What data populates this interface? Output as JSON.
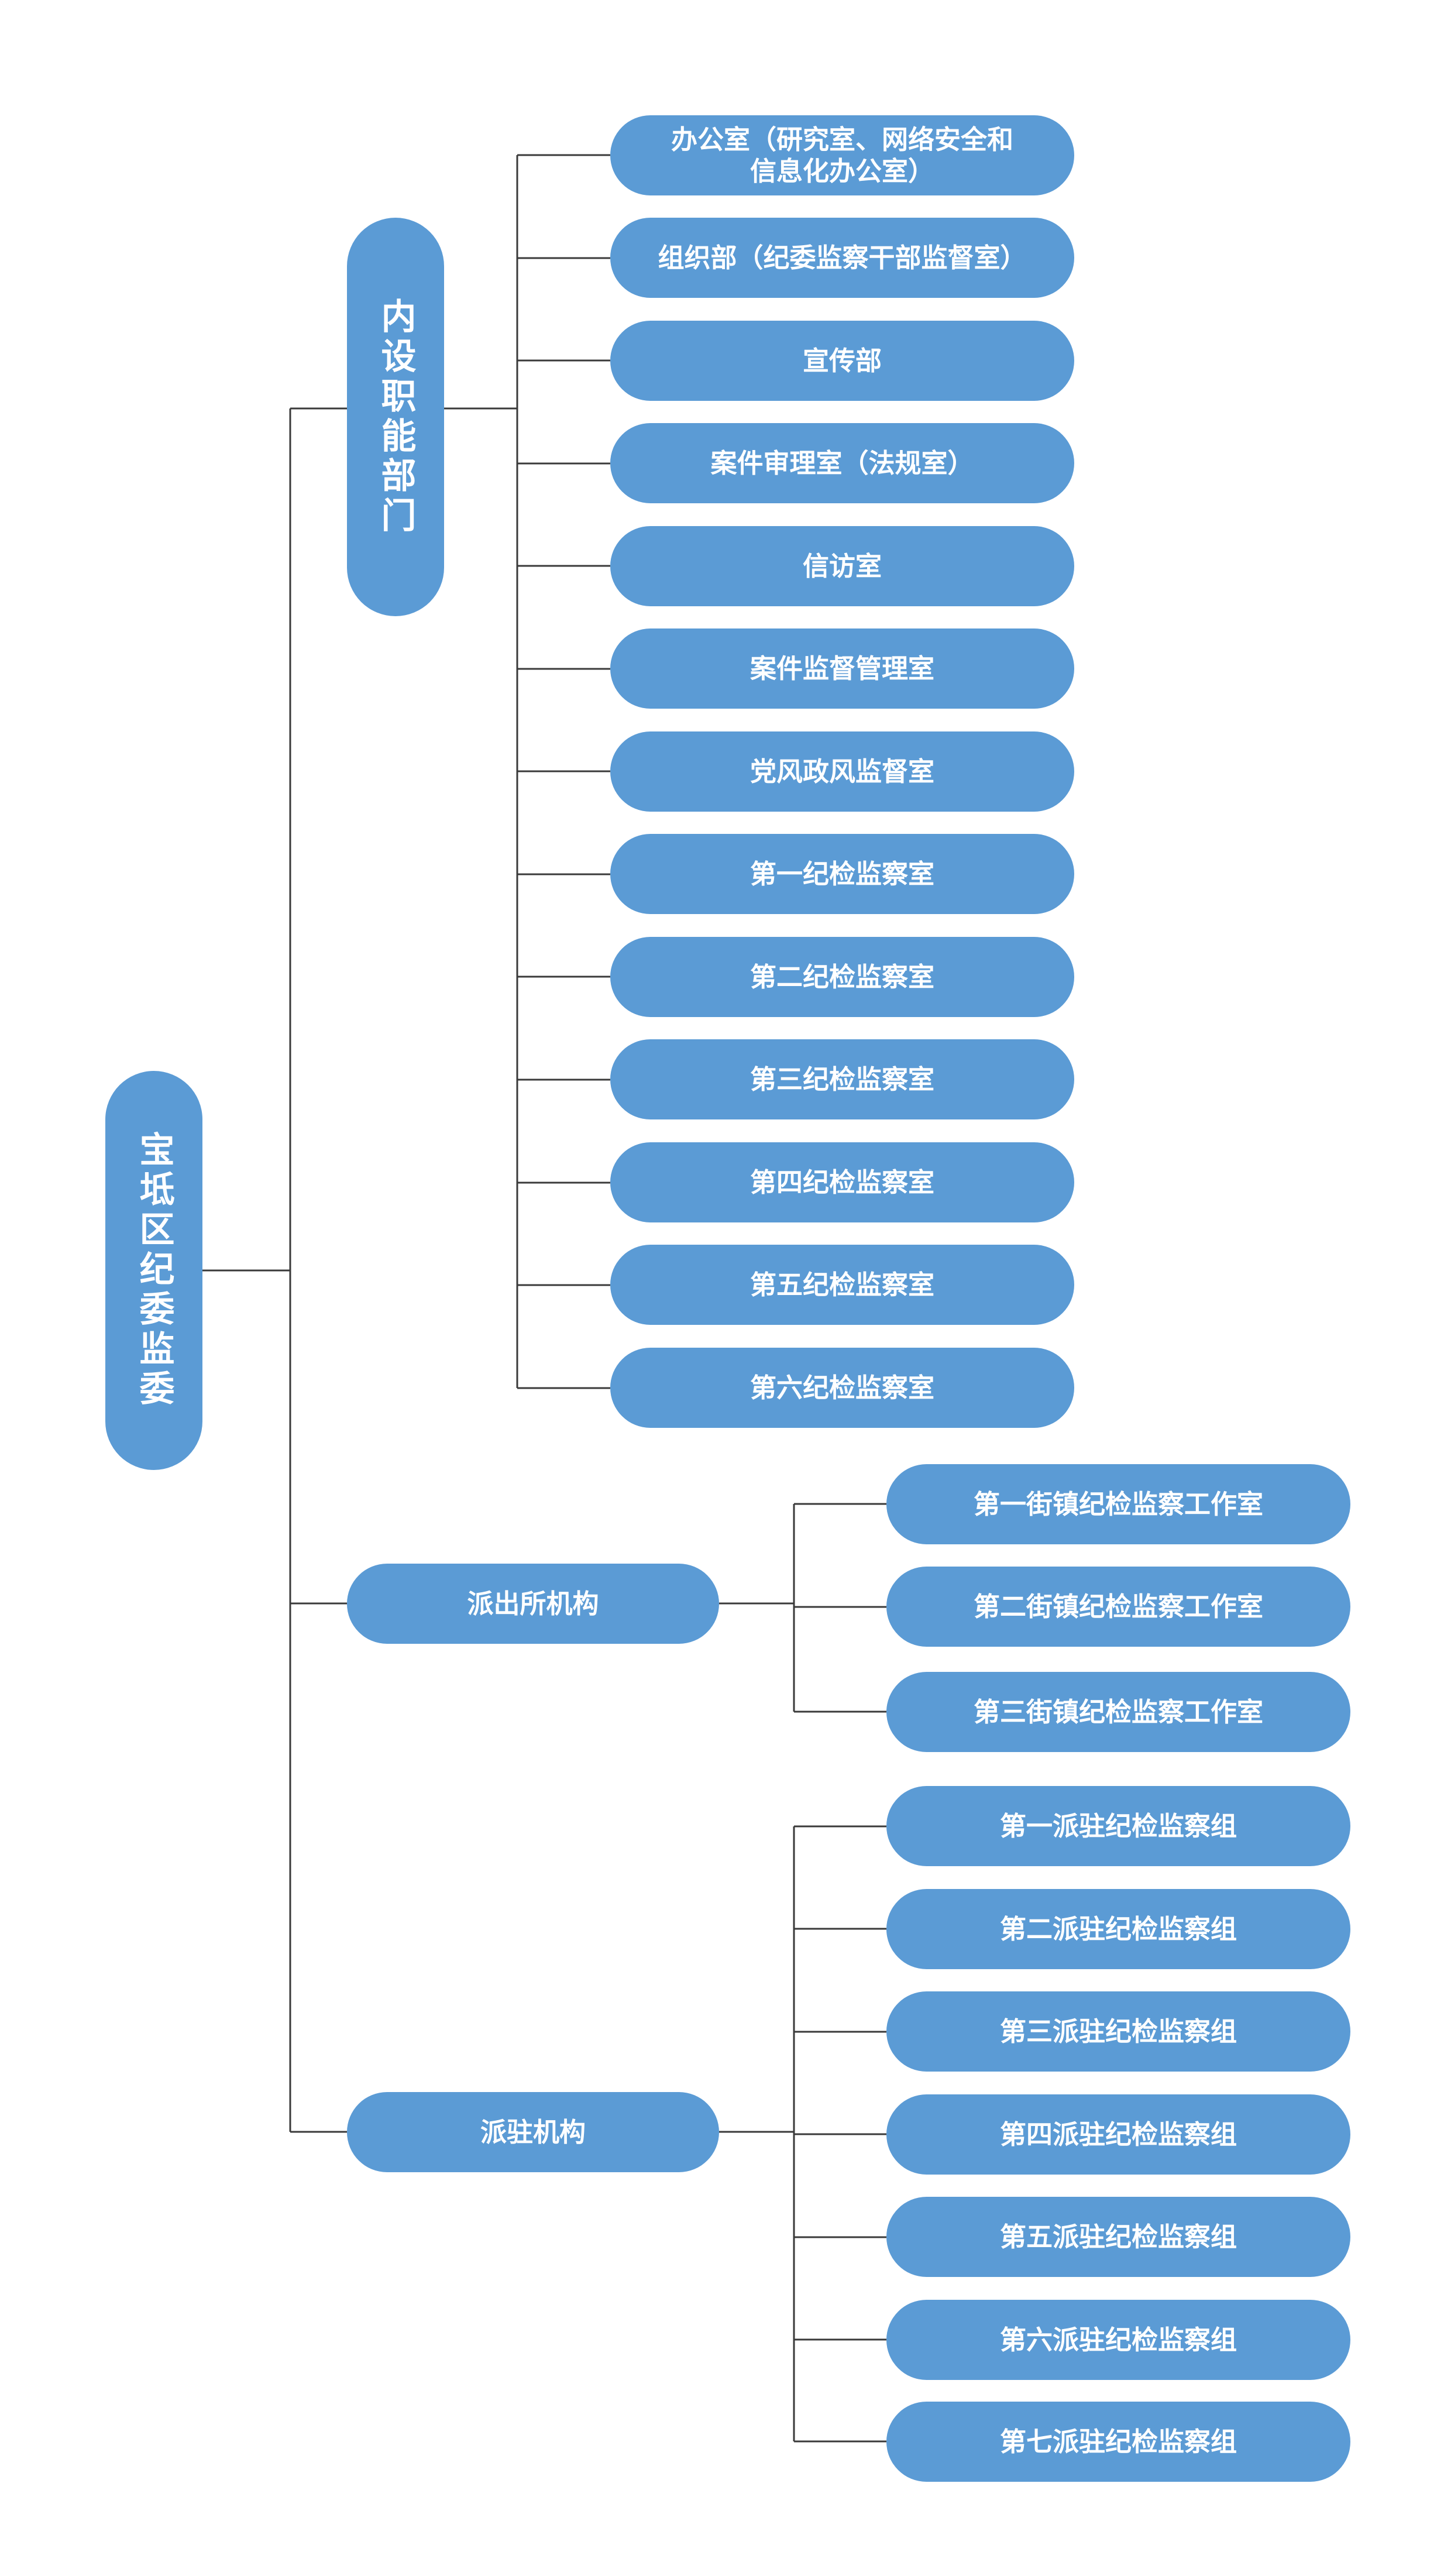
{
  "root": {
    "label": "宝坻区纪委监委"
  },
  "internal_departments": {
    "label": "内设职能部门",
    "items": [
      {
        "lines": [
          "办公室（研究室、网络安全和",
          "信息化办公室）"
        ]
      },
      {
        "label": "组织部（纪委监察干部监督室）"
      },
      {
        "label": "宣传部"
      },
      {
        "label": "案件审理室（法规室）"
      },
      {
        "label": "信访室"
      },
      {
        "label": "案件监督管理室"
      },
      {
        "label": "党风政风监督室"
      },
      {
        "label": "第一纪检监察室"
      },
      {
        "label": "第二纪检监察室"
      },
      {
        "label": "第三纪检监察室"
      },
      {
        "label": "第四纪检监察室"
      },
      {
        "label": "第五纪检监察室"
      },
      {
        "label": "第六纪检监察室"
      }
    ]
  },
  "dispatched_agencies": {
    "label": "派出所机构",
    "items": [
      {
        "label": "第一街镇纪检监察工作室"
      },
      {
        "label": "第二街镇纪检监察工作室"
      },
      {
        "label": "第三街镇纪检监察工作室"
      }
    ]
  },
  "stationed_agencies": {
    "label": "派驻机构",
    "items": [
      {
        "label": "第一派驻纪检监察组"
      },
      {
        "label": "第二派驻纪检监察组"
      },
      {
        "label": "第三派驻纪检监察组"
      },
      {
        "label": "第四派驻纪检监察组"
      },
      {
        "label": "第五派驻纪检监察组"
      },
      {
        "label": "第六派驻纪检监察组"
      },
      {
        "label": "第七派驻纪检监察组"
      }
    ]
  },
  "colors": {
    "node_fill": "#5b9bd5",
    "node_text": "#ffffff",
    "connector": "#3a3a3a"
  }
}
